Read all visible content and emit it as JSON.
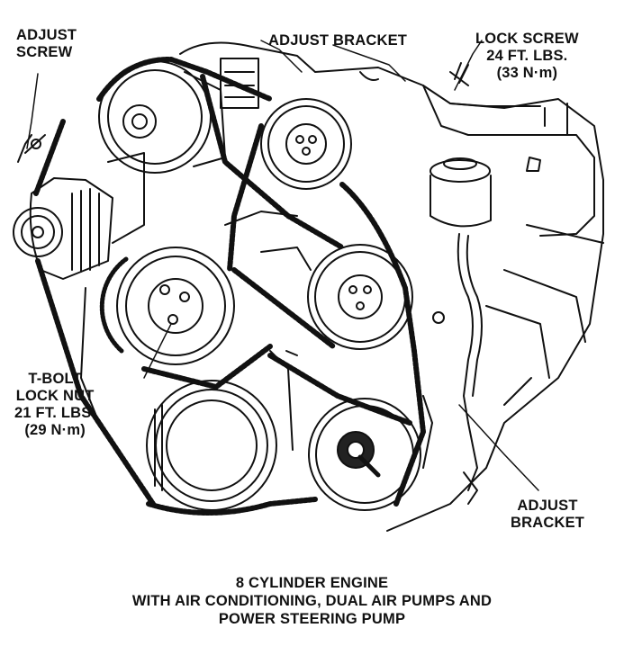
{
  "labels": {
    "adjust_screw": [
      "ADJUST",
      "SCREW"
    ],
    "adjust_bracket_top": "ADJUST BRACKET",
    "lock_screw": [
      "LOCK SCREW",
      "24 FT. LBS.",
      "(33 N·m)"
    ],
    "t_bolt": [
      "T-BOLT",
      "LOCK NUT",
      "21 FT. LBS.",
      "(29 N·m)"
    ],
    "adjust_bracket_bottom": [
      "ADJUST",
      "BRACKET"
    ]
  },
  "caption": [
    "8 CYLINDER ENGINE",
    "WITH AIR CONDITIONING, DUAL AIR PUMPS AND",
    "POWER STEERING PUMP"
  ],
  "colors": {
    "ink": "#111111",
    "paper": "#ffffff",
    "shade": "#9a9a9a"
  }
}
